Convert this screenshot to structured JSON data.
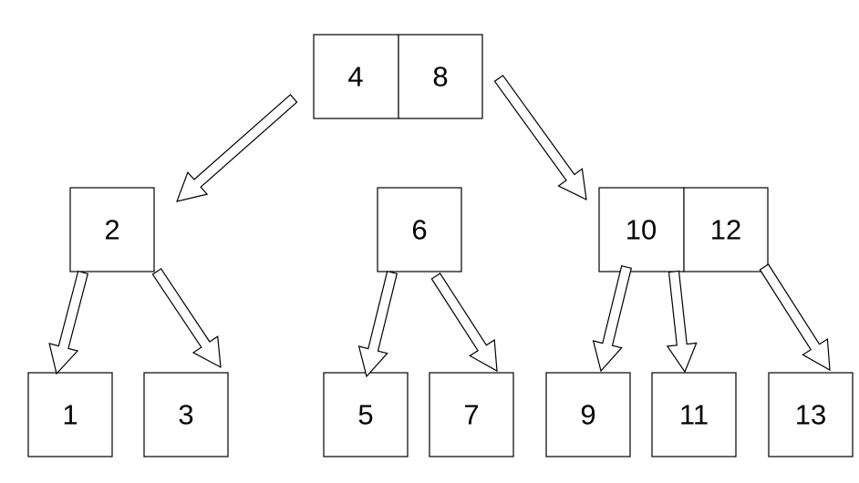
{
  "tree": {
    "root": {
      "keys": [
        "4",
        "8"
      ]
    },
    "level1": [
      {
        "keys": [
          "2"
        ]
      },
      {
        "keys": [
          "6"
        ]
      },
      {
        "keys": [
          "10",
          "12"
        ]
      }
    ],
    "leaves": [
      {
        "keys": [
          "1"
        ]
      },
      {
        "keys": [
          "3"
        ]
      },
      {
        "keys": [
          "5"
        ]
      },
      {
        "keys": [
          "7"
        ]
      },
      {
        "keys": [
          "9"
        ]
      },
      {
        "keys": [
          "11"
        ]
      },
      {
        "keys": [
          "13"
        ]
      }
    ]
  },
  "colors": {
    "stroke": "#000000",
    "fill": "#ffffff",
    "text": "#000000"
  }
}
